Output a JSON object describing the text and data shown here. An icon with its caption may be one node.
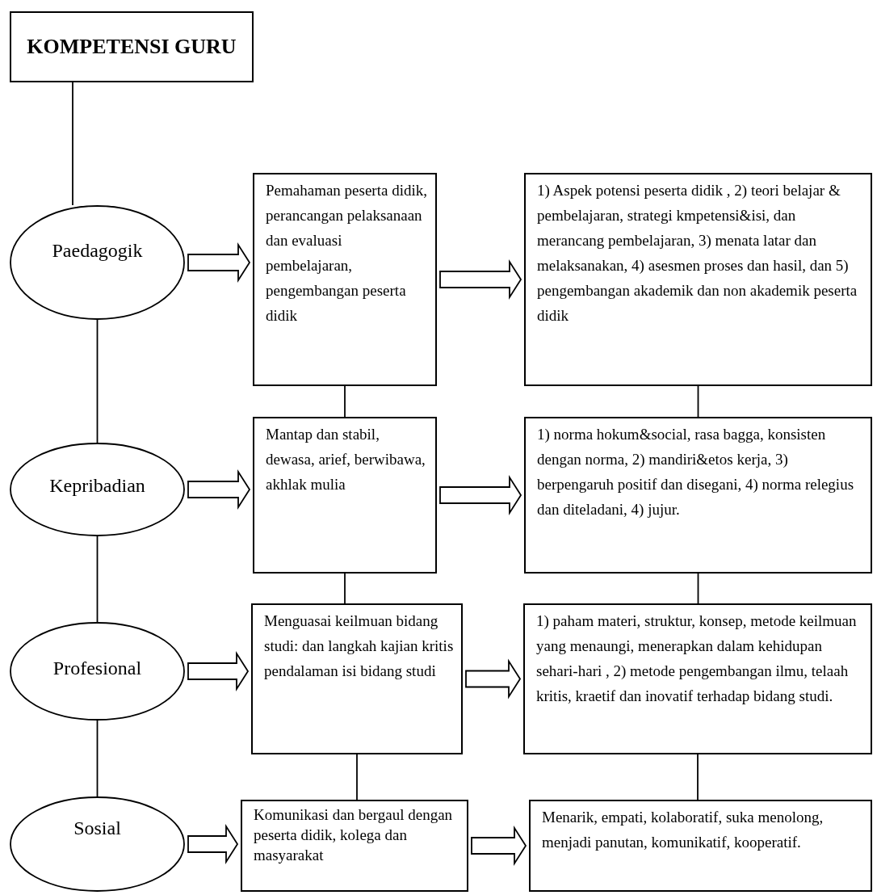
{
  "diagram": {
    "nodes": [
      {
        "text": [
          "KOMPETENSI GURU"
        ]
      },
      {
        "text": [
          "Paedagogik"
        ]
      },
      {
        "text": [
          "Pemahaman peserta didik, perancangan pelaksanaan dan evaluasi pembelajaran, pengembangan peserta didik"
        ]
      },
      {
        "text": [
          "1) Aspek potensi peserta didik , 2) teori belajar & pembelajaran, strategi kmpetensi&isi, dan merancang pembelajaran, 3) menata latar dan melaksanakan, 4) asesmen proses dan hasil, dan 5) pengembangan akademik dan non akademik peserta didik"
        ]
      },
      {
        "text": [
          "Kepribadian"
        ]
      },
      {
        "text": [
          "Mantap dan stabil, dewasa, arief, berwibawa, akhlak mulia"
        ]
      },
      {
        "text": [
          "1) norma hokum&social, rasa bagga, konsisten dengan norma, 2) mandiri&etos kerja, 3) berpengaruh positif dan disegani, 4) norma relegius dan diteladani, 4) jujur."
        ]
      },
      {
        "text": [
          "Profesional"
        ]
      },
      {
        "text": [
          "Menguasai keilmuan bidang studi: dan langkah kajian kritis pendalaman isi bidang studi"
        ]
      },
      {
        "text": [
          "1) paham materi, struktur, konsep, metode keilmuan yang menaungi, menerapkan dalam kehidupan sehari-hari , 2) metode pengembangan ilmu, telaah kritis, kraetif dan inovatif terhadap bidang studi."
        ]
      },
      {
        "text": [
          "Sosial"
        ]
      },
      {
        "text": [
          "Komunikasi dan bergaul dengan peserta didik, kolega dan masyarakat"
        ]
      },
      {
        "text": [
          "Menarik, empati, kolaboratif, suka menolong, menjadi panutan, komunikatif, kooperatif."
        ]
      }
    ],
    "edges": [
      {
        "from": 0,
        "to": 1,
        "arrow": "none"
      },
      {
        "from": 1,
        "to": 4,
        "arrow": "none"
      },
      {
        "from": 4,
        "to": 7,
        "arrow": "none"
      },
      {
        "from": 7,
        "to": 10,
        "arrow": "none"
      },
      {
        "from": 1,
        "to": 2,
        "arrow": "to"
      },
      {
        "from": 2,
        "to": 3,
        "arrow": "to"
      },
      {
        "from": 4,
        "to": 5,
        "arrow": "to"
      },
      {
        "from": 5,
        "to": 6,
        "arrow": "to"
      },
      {
        "from": 7,
        "to": 8,
        "arrow": "to"
      },
      {
        "from": 8,
        "to": 9,
        "arrow": "to"
      },
      {
        "from": 10,
        "to": 11,
        "arrow": "to"
      },
      {
        "from": 11,
        "to": 12,
        "arrow": "to"
      },
      {
        "from": 2,
        "to": 5,
        "arrow": "none"
      },
      {
        "from": 5,
        "to": 8,
        "arrow": "none"
      },
      {
        "from": 8,
        "to": 11,
        "arrow": "none"
      },
      {
        "from": 3,
        "to": 6,
        "arrow": "none"
      },
      {
        "from": 6,
        "to": 9,
        "arrow": "none"
      },
      {
        "from": 9,
        "to": 12,
        "arrow": "none"
      }
    ]
  }
}
